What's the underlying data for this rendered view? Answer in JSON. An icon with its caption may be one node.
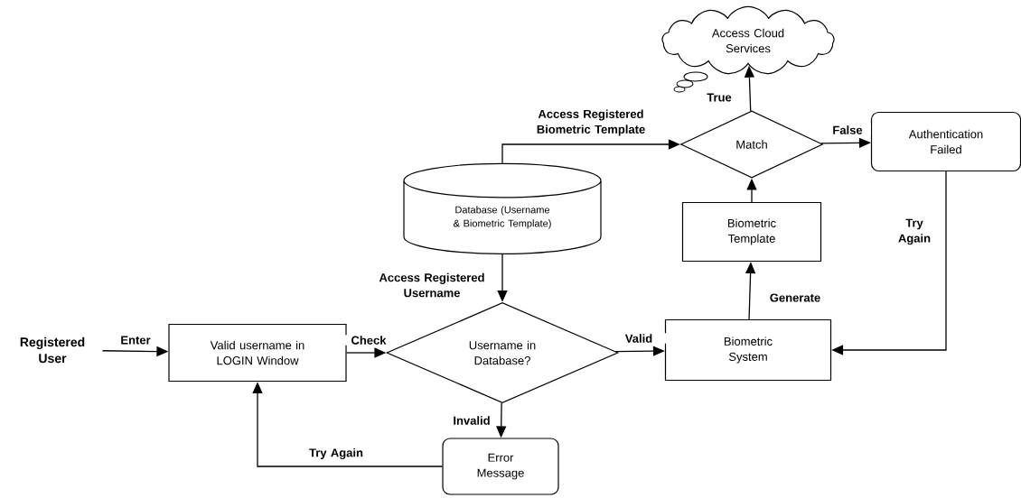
{
  "diagram": {
    "nodes": [
      {
        "text": [
          "Registered User"
        ]
      },
      {
        "text": [
          "Valid username in LOGIN Window"
        ]
      },
      {
        "text": [
          "Username in Database?"
        ]
      },
      {
        "text": [
          "Database (Username & Biometric Template)"
        ]
      },
      {
        "text": [
          "Error Message"
        ]
      },
      {
        "text": [
          "Biometric System"
        ]
      },
      {
        "text": [
          "Biometric Template"
        ]
      },
      {
        "text": [
          "Match"
        ]
      },
      {
        "text": [
          "Access Cloud Services"
        ]
      },
      {
        "text": [
          "Authentication Failed"
        ]
      }
    ],
    "edges": [
      {
        "from": 0,
        "to": 1,
        "arrow": "to",
        "label": "Enter"
      },
      {
        "from": 1,
        "to": 2,
        "arrow": "to",
        "label": "Check"
      },
      {
        "from": 3,
        "to": 2,
        "arrow": "to",
        "label": "Access Registered Username"
      },
      {
        "from": 2,
        "to": 4,
        "arrow": "to",
        "label": "Invalid"
      },
      {
        "from": 4,
        "to": 1,
        "arrow": "to",
        "label": "Try Again"
      },
      {
        "from": 2,
        "to": 5,
        "arrow": "to",
        "label": "Valid"
      },
      {
        "from": 5,
        "to": 6,
        "arrow": "to",
        "label": "Generate"
      },
      {
        "from": 6,
        "to": 7,
        "arrow": "to"
      },
      {
        "from": 3,
        "to": 7,
        "arrow": "to",
        "label": "Access Registered Biometric Template"
      },
      {
        "from": 7,
        "to": 8,
        "arrow": "to",
        "label": "True"
      },
      {
        "from": 7,
        "to": 9,
        "arrow": "to",
        "label": "False"
      },
      {
        "from": 9,
        "to": 5,
        "arrow": "to",
        "label": "Try Again"
      }
    ]
  }
}
